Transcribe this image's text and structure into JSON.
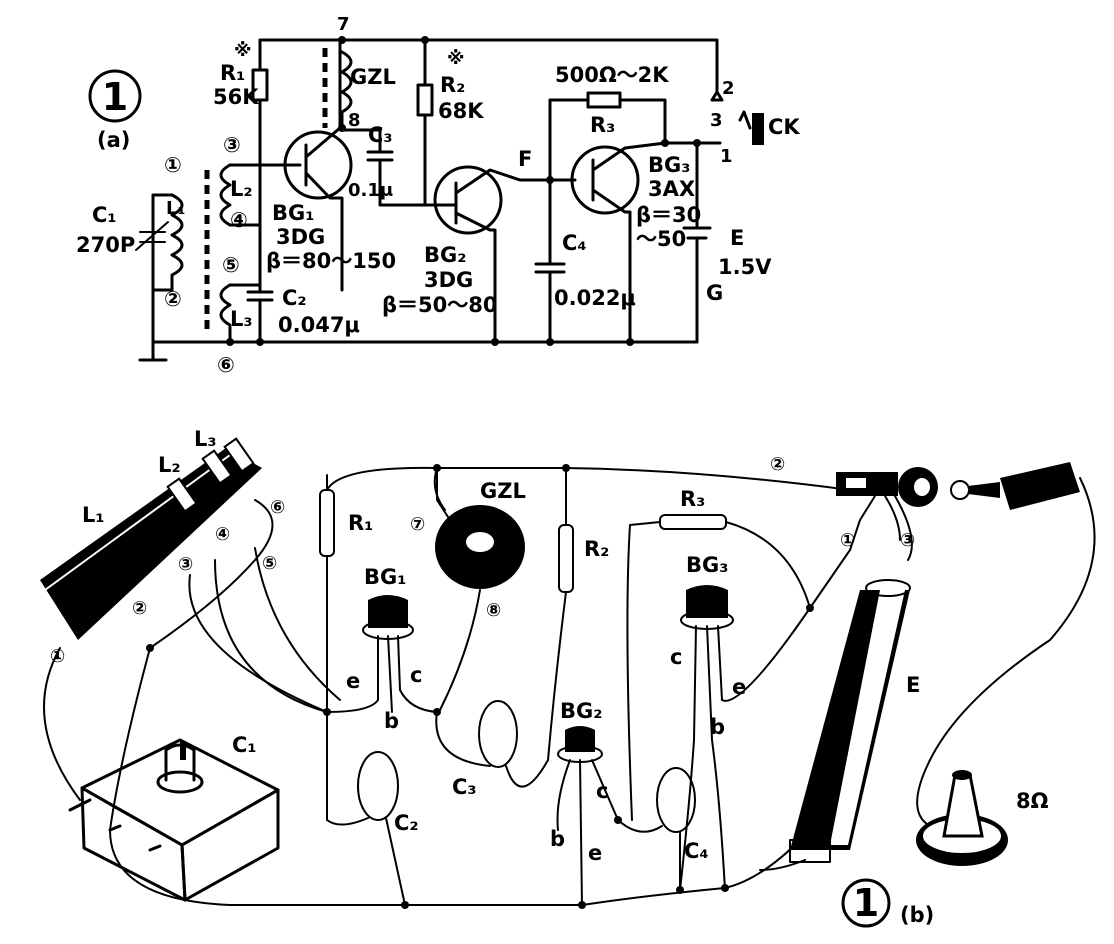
{
  "schematic": {
    "fig_number": "1",
    "fig_sub": "(a)",
    "r1_mark": "※",
    "r1_name": "R₁",
    "r1_value": "56K",
    "gzl": "GZL",
    "node7": "7",
    "node8": "8",
    "r2_mark": "※",
    "r2_name": "R₂",
    "r2_value": "68K",
    "r3_range": "500Ω～2K",
    "r3_name": "R₃",
    "c1_name": "C₁",
    "c1_value": "270P",
    "l1": "L₁",
    "l2": "L₂",
    "l3": "L₃",
    "pin1": "①",
    "pin2": "②",
    "pin3": "③",
    "pin4": "④",
    "pin5": "⑤",
    "pin6": "⑥",
    "c2_name": "C₂",
    "c2_value": "0.047μ",
    "c3_name": "C₃",
    "c3_value": "0.1μ",
    "bg1_name": "BG₁",
    "bg1_type": "3DG",
    "bg1_beta": "β＝80～150",
    "bg2_name": "BG₂",
    "bg2_type": "3DG",
    "bg2_beta": "β＝50～80",
    "node_f": "F",
    "c4_name": "C₄",
    "c4_value": "0.022μ",
    "bg3_name": "BG₃",
    "bg3_type": "3AX",
    "bg3_beta1": "β＝30",
    "bg3_beta2": "～50",
    "e_name": "E",
    "e_value": "1.5V",
    "g_label": "G",
    "ck": "CK",
    "ck_pin2": "2",
    "ck_pin3": "3",
    "ck_pin1": "1"
  },
  "wiring": {
    "fig_number": "1",
    "fig_sub": "(b)",
    "l1": "L₁",
    "l2": "L₂",
    "l3": "L₃",
    "pin1": "①",
    "pin2": "②",
    "pin3": "③",
    "pin4": "④",
    "pin5": "⑤",
    "pin6": "⑥",
    "pin7": "⑦",
    "pin8": "⑧",
    "gzl": "GZL",
    "r1": "R₁",
    "r2": "R₂",
    "r3": "R₃",
    "bg1": "BG₁",
    "bg2": "BG₂",
    "bg3": "BG₃",
    "c1": "C₁",
    "c2": "C₂",
    "c3": "C₃",
    "c4": "C₄",
    "e": "E",
    "speaker": "8Ω",
    "jack1": "①",
    "jack2": "②",
    "jack3": "③",
    "pin_e1": "e",
    "pin_c1": "c",
    "pin_b1": "b",
    "pin_b2": "b",
    "pin_c2": "c",
    "pin_e2": "e",
    "pin_c3": "c",
    "pin_e3": "e",
    "pin_b3": "b"
  }
}
